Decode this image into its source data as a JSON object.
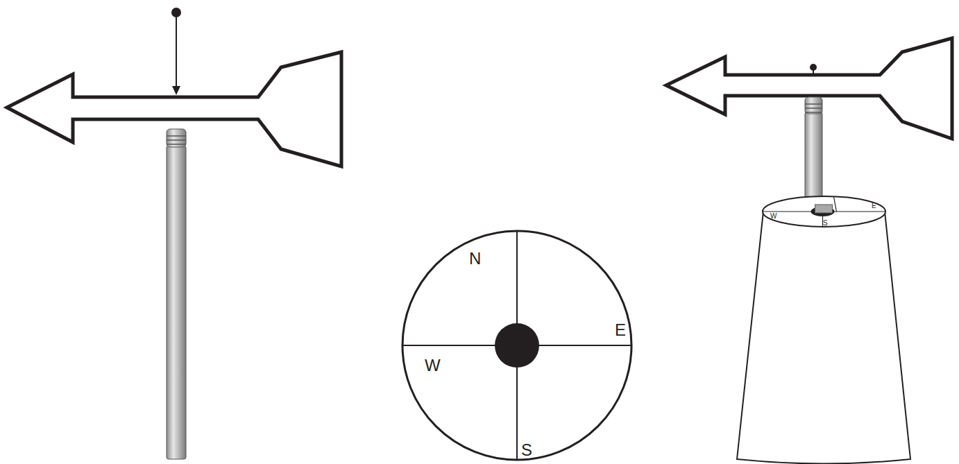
{
  "diagram": {
    "nodes": [
      {
        "text": [
          "N",
          "E",
          "W",
          "S"
        ]
      },
      {
        "text": [
          "W",
          "S",
          "E"
        ]
      }
    ]
  }
}
